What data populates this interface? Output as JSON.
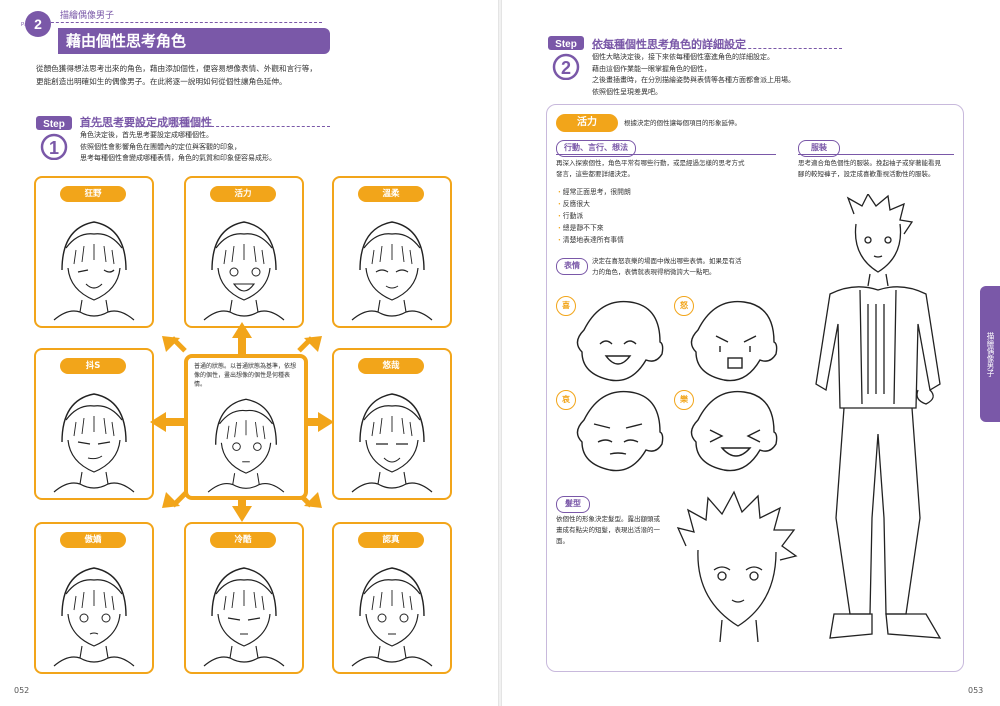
{
  "header": {
    "part_label": "Part",
    "part_number": "2",
    "subtitle": "描繪偶像男子",
    "title": "藉由個性思考角色",
    "intro": [
      "從顏色獲得想法思考出來的角色，藉由添加個性，便容易想像表情、外觀和言行等，",
      "更能創造出明確如生的偶像男子。在此將逐一說明如何從個性讓角色延伸。"
    ]
  },
  "step1": {
    "badge_word": "Step",
    "badge_number": "1",
    "title": "首先思考要設定成哪種個性",
    "text": [
      "角色決定後，首先思考要設定成哪種個性。",
      "依照個性會影響角色在團體內的定位與客觀的印象，",
      "思考每種個性會變成哪種表情，角色的氣質和印象便容易成形。"
    ]
  },
  "cards": [
    {
      "label": "狂野"
    },
    {
      "label": "活力"
    },
    {
      "label": "溫柔"
    },
    {
      "label": "抖S"
    },
    {
      "label": "悠哉"
    },
    {
      "label": "傲嬌"
    },
    {
      "label": "冷酷"
    },
    {
      "label": "認真"
    }
  ],
  "center_card": {
    "text": "普通的狀態。以普通狀態為基準，依想像的個性，畫出想像的個性是何種表情。"
  },
  "step2": {
    "badge_word": "Step",
    "badge_number": "2",
    "title": "依每種個性思考角色的詳細設定",
    "text": [
      "個性大略決定後，接下來依每種個性塞進角色的詳細設定。",
      "藉由這個作業能一眼掌握角色的個性，",
      "之後畫插畫時，在分別描繪姿勢與表情等各種方面都會派上用場。",
      "依照個性呈現差異吧。"
    ]
  },
  "panel": {
    "main_label": "活力",
    "main_desc": "根據決定的個性讓每個項目的形象延伸。",
    "behavior": {
      "label": "行動、言行、想法",
      "text": [
        "再深入探索個性，角色平常有哪些行動，或是經過怎樣的思考方式",
        "發言，這些都要詳細決定。"
      ],
      "bullets": [
        "經常正面思考，很開朗",
        "反應很大",
        "行動派",
        "總是靜不下來",
        "清楚地表達所有事情"
      ]
    },
    "clothing": {
      "label": "服裝",
      "text": [
        "思考適合角色個性的服裝。挽起袖子或穿著能看見",
        "腳的較短褲子，設定成喜歡重視活動性的服裝。"
      ]
    },
    "expression": {
      "label": "表情",
      "text": [
        "決定在喜怒哀樂的場面中做出哪些表情。如果是有活",
        "力的角色，表情就表現得稍微誇大一點吧。"
      ],
      "emotions": [
        "喜",
        "怒",
        "哀",
        "樂"
      ]
    },
    "hair": {
      "label": "髮型",
      "text": [
        "依個性的形象決定髮型。露出額頭或",
        "畫成有點尖的短髮，表現出活潑的一",
        "面。"
      ]
    }
  },
  "side_tab": "描繪偶像男子",
  "page_left": "052",
  "page_right": "053"
}
